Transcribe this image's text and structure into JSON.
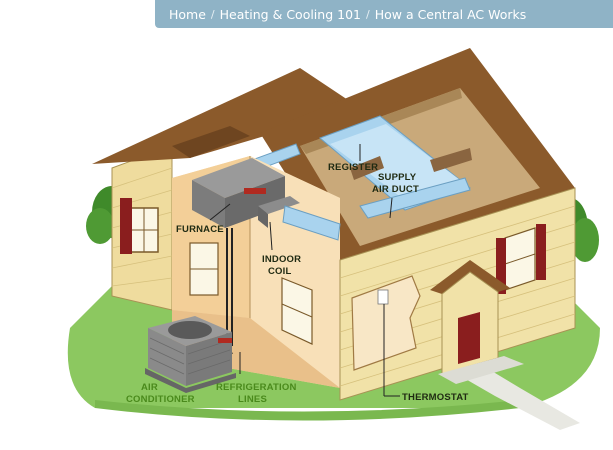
{
  "breadcrumb": {
    "items": [
      {
        "label": "Home"
      },
      {
        "label": "Heating & Cooling 101"
      }
    ],
    "separator": "/",
    "current": "How a Central AC Works"
  },
  "diagram": {
    "labels": {
      "register": "REGISTER",
      "supply_line1": "SUPPLY",
      "supply_line2": "AIR DUCT",
      "furnace": "FURNACE",
      "indoor_line1": "INDOOR",
      "indoor_line2": "COIL",
      "ac_line1": "AIR",
      "ac_line2": "CONDITIONER",
      "refrig_line1": "REFRIGERATION",
      "refrig_line2": "LINES",
      "thermostat": "THERMOSTAT"
    },
    "colors": {
      "roof": "#8b5a2b",
      "siding": "#f1e2a8",
      "duct": "#a9d3ee",
      "grass": "#8cc860",
      "door": "#8a1e1e",
      "green_label": "#4a8a1c"
    }
  }
}
